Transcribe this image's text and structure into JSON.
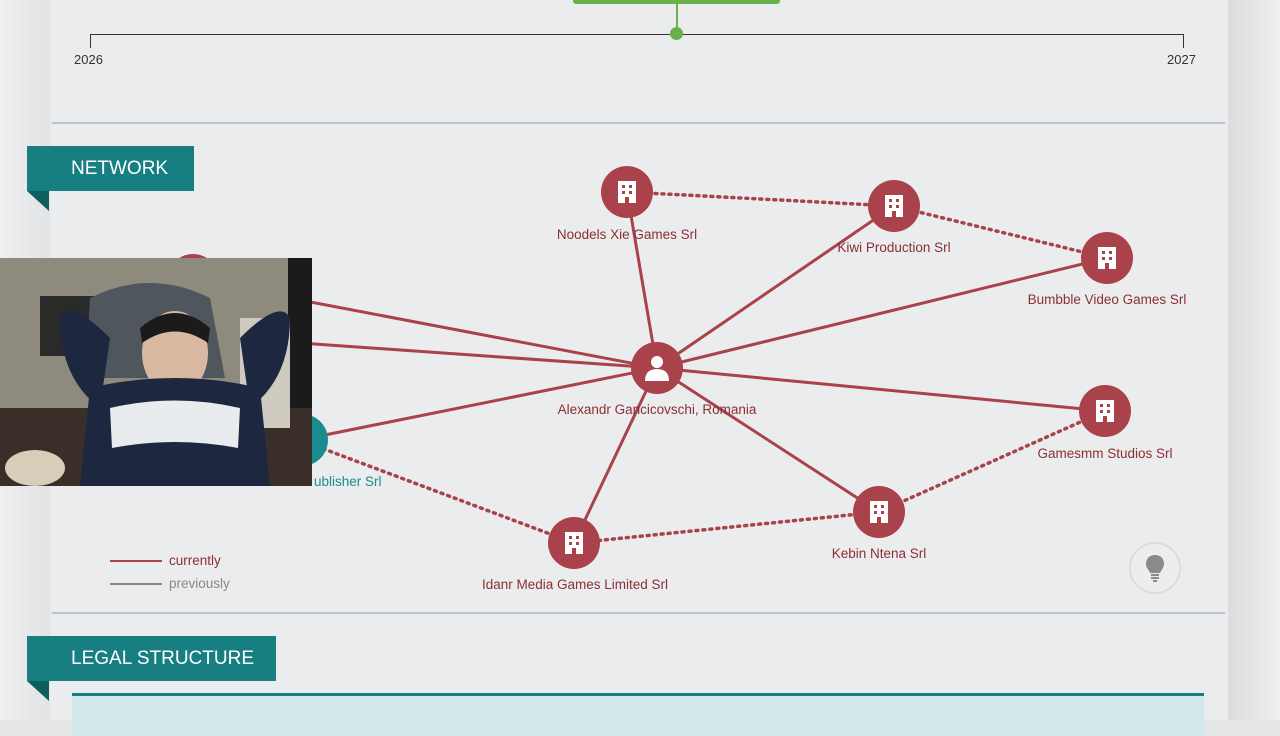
{
  "timeline": {
    "start_year": "2026",
    "end_year": "2027",
    "accent_color": "#6ab04c"
  },
  "sections": {
    "network_title": "NETWORK",
    "legal_title": "LEGAL STRUCTURE"
  },
  "network": {
    "center": {
      "label": "Alexandr Gancicovschi, Romania",
      "icon": "person-icon"
    },
    "companies": [
      {
        "label": "Noodels Xie Games Srl",
        "icon": "building-icon"
      },
      {
        "label": "Kiwi Production Srl",
        "icon": "building-icon"
      },
      {
        "label": "Bumbble Video Games Srl",
        "icon": "building-icon"
      },
      {
        "label": "Gamesmm Studios Srl",
        "icon": "building-icon"
      },
      {
        "label": "Kebin Ntena Srl",
        "icon": "building-icon"
      },
      {
        "label": "Idanr Media Games Limited Srl",
        "icon": "building-icon"
      },
      {
        "label": "ublisher Srl",
        "icon": "building-icon"
      }
    ],
    "node_color": "#a9424a",
    "highlight_color": "#1a8c8f"
  },
  "legend": {
    "current_label": "currently",
    "previous_label": "previously",
    "current_color": "#a9424a",
    "previous_color": "#888888"
  },
  "hint_button": {
    "icon": "lightbulb-icon"
  },
  "webcam": {
    "content": "webcam-overlay"
  }
}
